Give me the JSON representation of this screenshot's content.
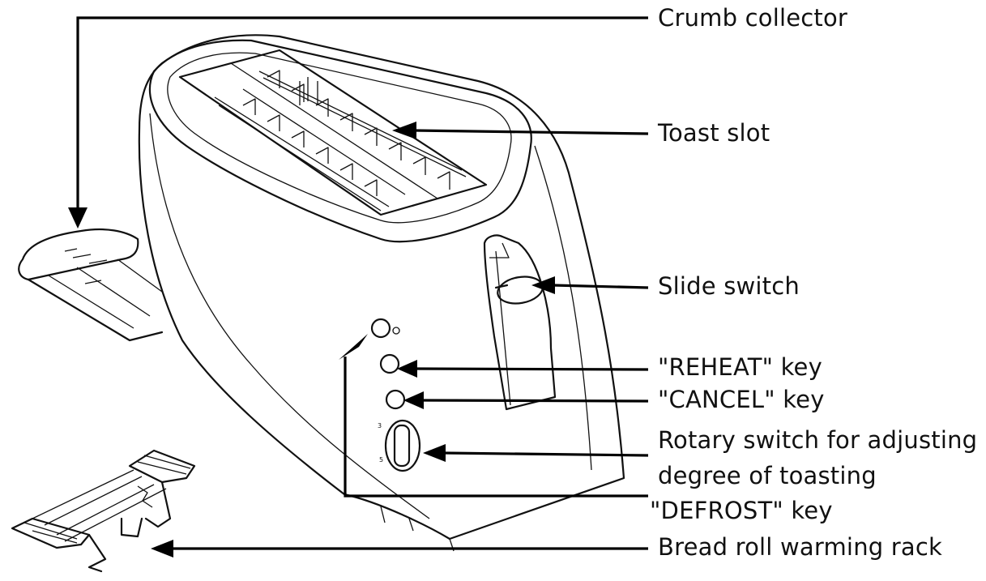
{
  "labels": {
    "crumb_collector": "Crumb collector",
    "toast_slot": "Toast slot",
    "slide_switch": "Slide switch",
    "reheat_key": "\"REHEAT\" key",
    "cancel_key": "\"CANCEL\" key",
    "rotary_switch_line1": "Rotary switch for adjusting",
    "rotary_switch_line2": "degree of toasting",
    "defrost_key": "\"DEFROST\" key",
    "warming_rack": "Bread roll warming rack"
  }
}
